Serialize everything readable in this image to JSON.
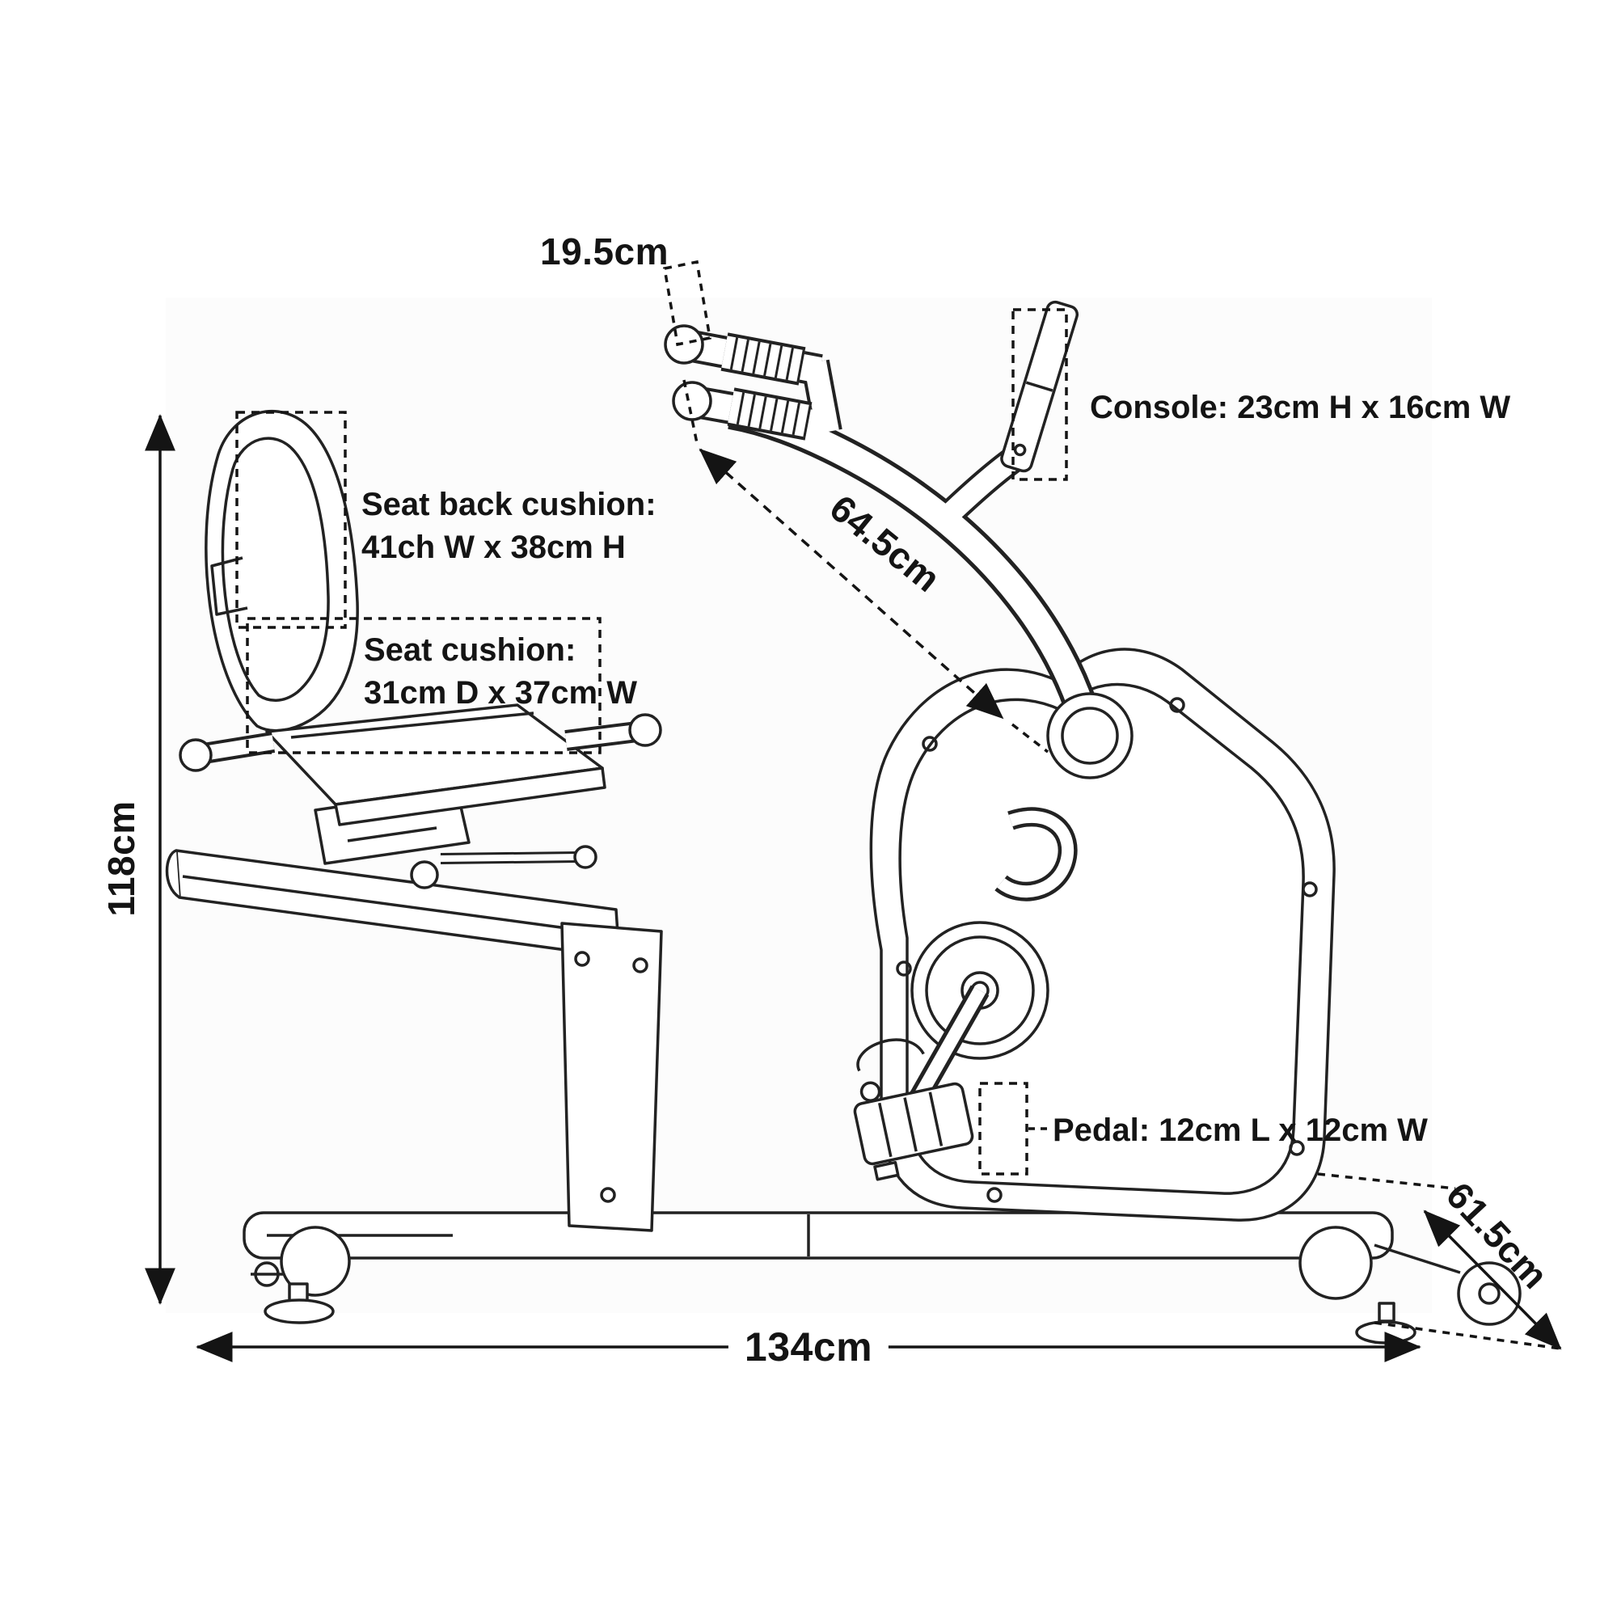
{
  "annotations": {
    "handlebar_width": "19.5cm",
    "console": "Console: 23cm H x 16cm W",
    "mast_length": "64.5cm",
    "seat_back_cushion": {
      "line1": "Seat back cushion:",
      "line2": "41ch W x 38cm H"
    },
    "seat_cushion": {
      "line1": "Seat cushion:",
      "line2": "31cm D x 37cm W"
    },
    "overall_height": "118cm",
    "overall_length": "134cm",
    "overall_width": "61.5cm",
    "pedal": "Pedal: 12cm L x 12cm W"
  },
  "colors": {
    "line": "#222222",
    "dimension": "#141414",
    "background": "#ffffff"
  }
}
